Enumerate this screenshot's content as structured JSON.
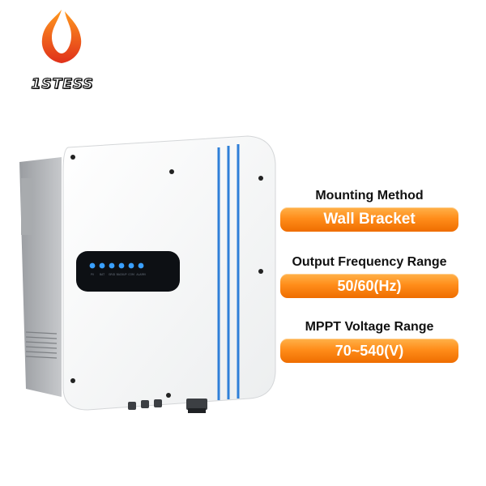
{
  "brand": {
    "name": "1STESS",
    "accent": "#ff8d1a"
  },
  "product": {
    "led_labels": [
      "PV",
      "BAT",
      "GRID",
      "BACKUP",
      "COM",
      "ALARM"
    ]
  },
  "specs": [
    {
      "label": "Mounting Method",
      "value": "Wall Bracket"
    },
    {
      "label": "Output Frequency Range",
      "value": "50/60(Hz)"
    },
    {
      "label": "MPPT Voltage Range",
      "value": "70~540(V)"
    }
  ],
  "colors": {
    "pill_top": "#ffb24a",
    "pill_bottom": "#ef6d00",
    "stripe": "#2f7fd8",
    "led": "#3aa0ff"
  }
}
